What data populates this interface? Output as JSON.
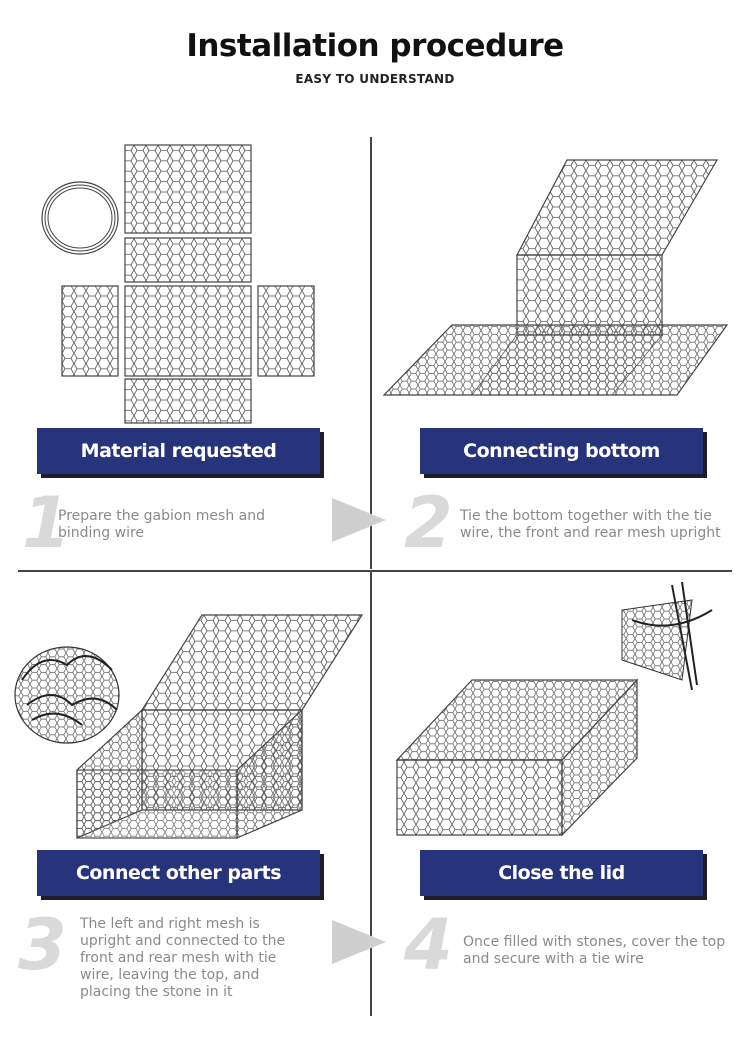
{
  "header": {
    "title": "Installation procedure",
    "subtitle": "EASY TO UNDERSTAND"
  },
  "steps": [
    {
      "number": "1",
      "label": "Material requested",
      "description": "Prepare the gabion mesh and binding wire"
    },
    {
      "number": "2",
      "label": "Connecting bottom",
      "description": "Tie the bottom together with the tie wire, the front and rear mesh upright"
    },
    {
      "number": "3",
      "label": "Connect other parts",
      "description": "The left and right mesh is upright and connected to the front and rear mesh with tie wire, leaving the top, and placing the stone in it"
    },
    {
      "number": "4",
      "label": "Close the lid",
      "description": "Once filled with stones, cover the top and secure with a tie wire"
    }
  ],
  "colors": {
    "banner": "#27337a",
    "step_number": "#d9d9d9",
    "description": "#8a8a8a",
    "arrow": "#cfcfcf"
  },
  "icons": [
    "wire-coil-icon",
    "arrow-right-icon"
  ]
}
